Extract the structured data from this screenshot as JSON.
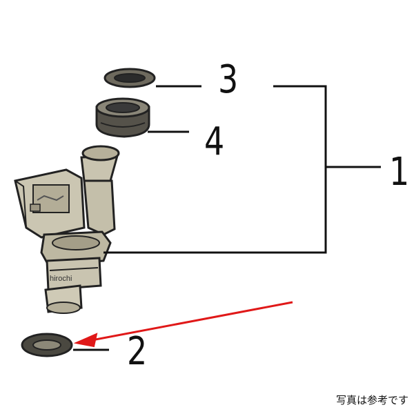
{
  "callouts": {
    "part_1": "1",
    "part_2": "2",
    "part_3": "3",
    "part_4": "4"
  },
  "watermark": "hirochi",
  "footnote": "写真は参考です",
  "colors": {
    "outline": "#222222",
    "body_fill": "#c9c4b0",
    "body_shade": "#8d8874",
    "seal_fill": "#3a3a3a",
    "arrow": "#e01818",
    "leader": "#111111"
  },
  "icons": {
    "arrow": "red-pointer-arrow"
  }
}
